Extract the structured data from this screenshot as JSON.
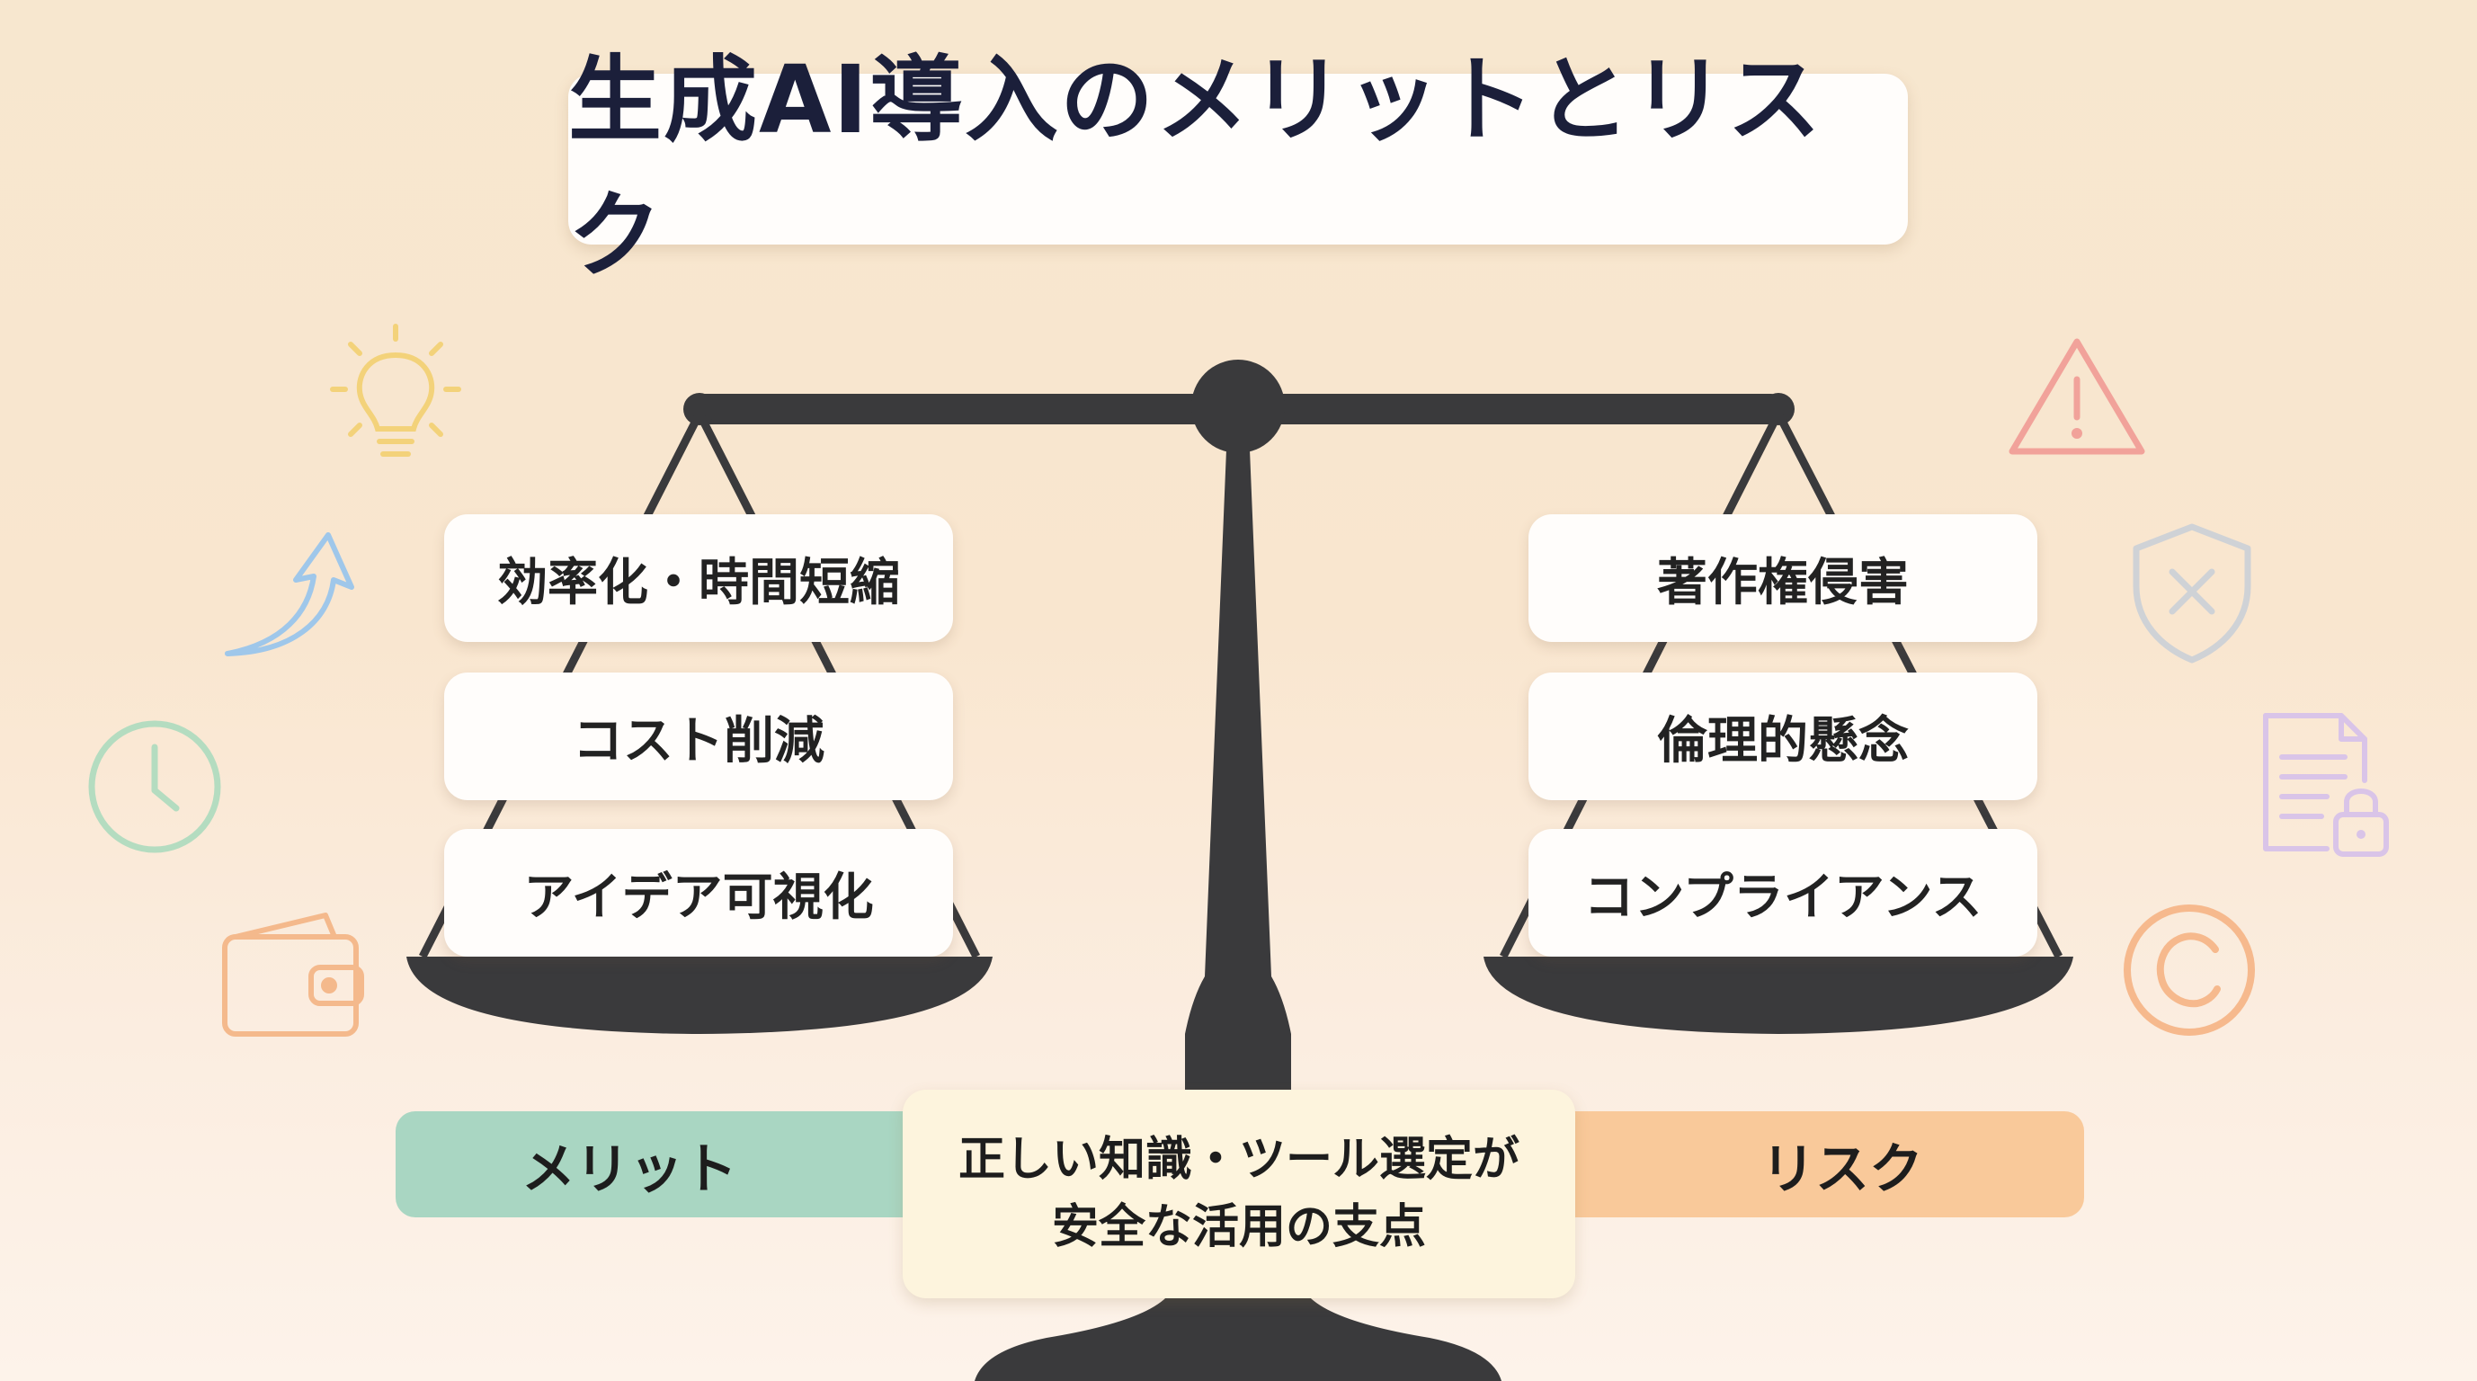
{
  "title": "生成AI導入のメリットとリスク",
  "merits": {
    "label": "メリット",
    "items": [
      "効率化・時間短縮",
      "コスト削減",
      "アイデア可視化"
    ]
  },
  "risks": {
    "label": "リスク",
    "items": [
      "著作権侵害",
      "倫理的懸念",
      "コンプライアンス"
    ]
  },
  "fulcrum_note": {
    "line1": "正しい知識・ツール選定が",
    "line2": "安全な活用の支点"
  },
  "colors": {
    "merit_band": "#a9d6c2",
    "risk_band": "#f9c99a",
    "scale": "#3a3a3c",
    "title_text": "#1b1f3a"
  },
  "icons": {
    "left": [
      "lightbulb-icon",
      "arrow-up-icon",
      "clock-icon",
      "wallet-icon"
    ],
    "right": [
      "warning-icon",
      "shield-x-icon",
      "document-lock-icon",
      "copyright-icon"
    ]
  }
}
